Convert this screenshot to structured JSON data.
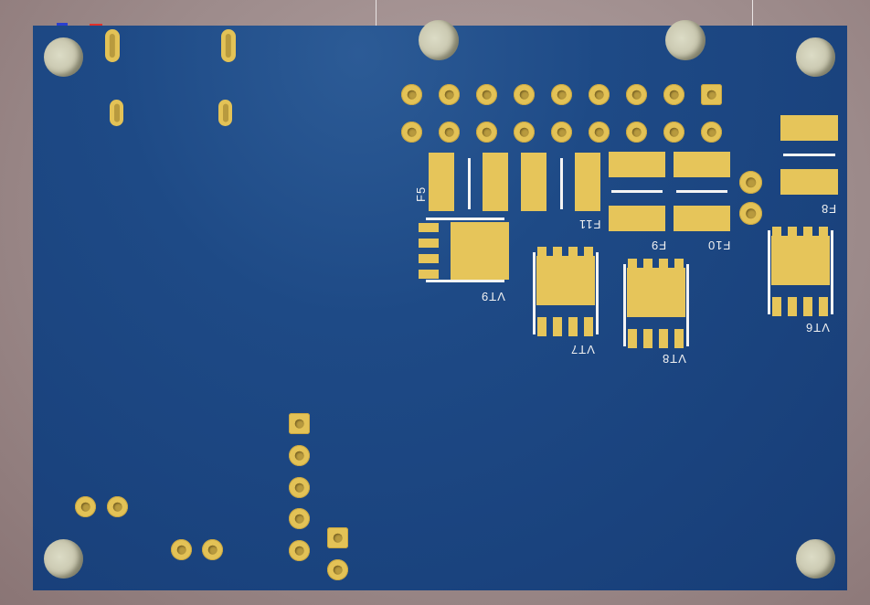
{
  "view": {
    "board_color": "#1e4a86",
    "copper_color": "#e6c55a",
    "silkscreen_color": "#f4f4f4",
    "background_color": "#9d8b8b"
  },
  "axes": {
    "x_color": "#e0302a",
    "z_color": "#2a3fd0"
  },
  "designators": {
    "f5": "F5",
    "f8": "F8",
    "f9": "F9",
    "f10": "F10",
    "f11": "F11",
    "vt6": "VT6",
    "vt7": "VT7",
    "vt8": "VT8",
    "vt9": "VT9"
  }
}
